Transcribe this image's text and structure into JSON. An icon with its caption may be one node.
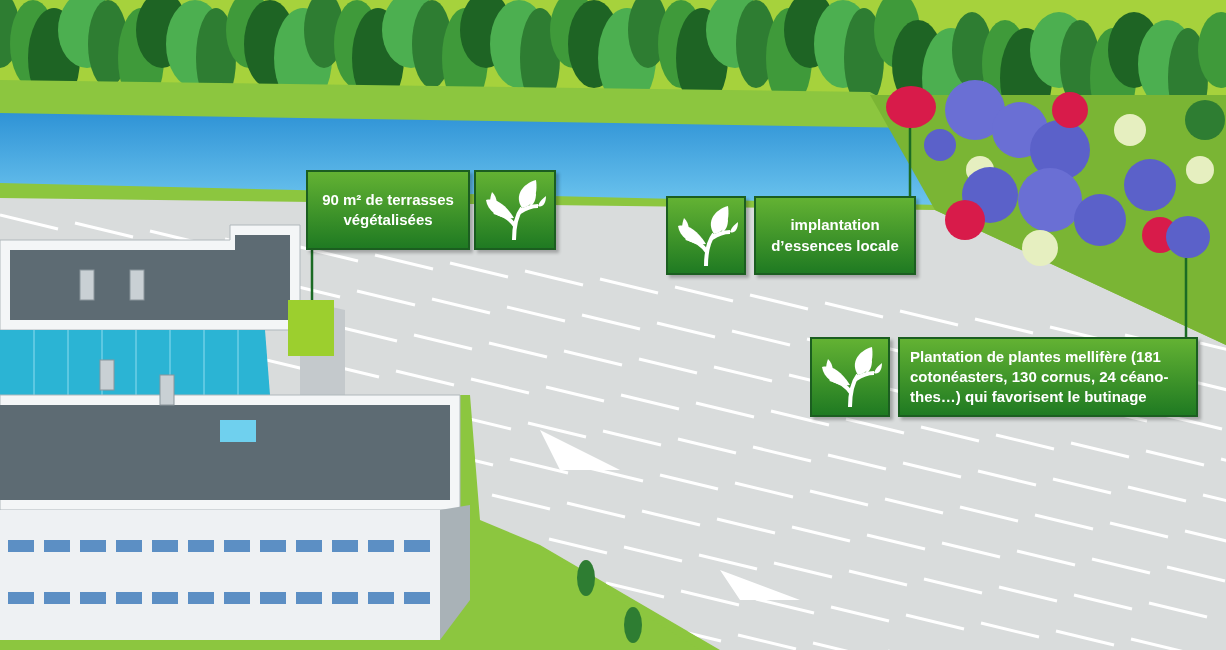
{
  "diagram": {
    "nodes": [
      {
        "text": [
          "90 m² de terrasses végétalisées"
        ]
      },
      {
        "text": [
          "implantation d’essences locale"
        ]
      },
      {
        "text": [
          "Plantation de plantes mellifère (181 cotonéasters, 130 cornus, 24 céano-thes…) qui favorisent le butinage"
        ]
      },
      {
        "text": [],
        "shape": "box"
      },
      {
        "text": [],
        "shape": "picture"
      },
      {
        "text": [],
        "shape": "picture"
      }
    ],
    "edges": [
      {
        "from": 0,
        "to": 3,
        "arrow": "none"
      },
      {
        "from": 1,
        "to": 4,
        "arrow": "none"
      },
      {
        "from": 2,
        "to": 5,
        "arrow": "none"
      }
    ]
  }
}
